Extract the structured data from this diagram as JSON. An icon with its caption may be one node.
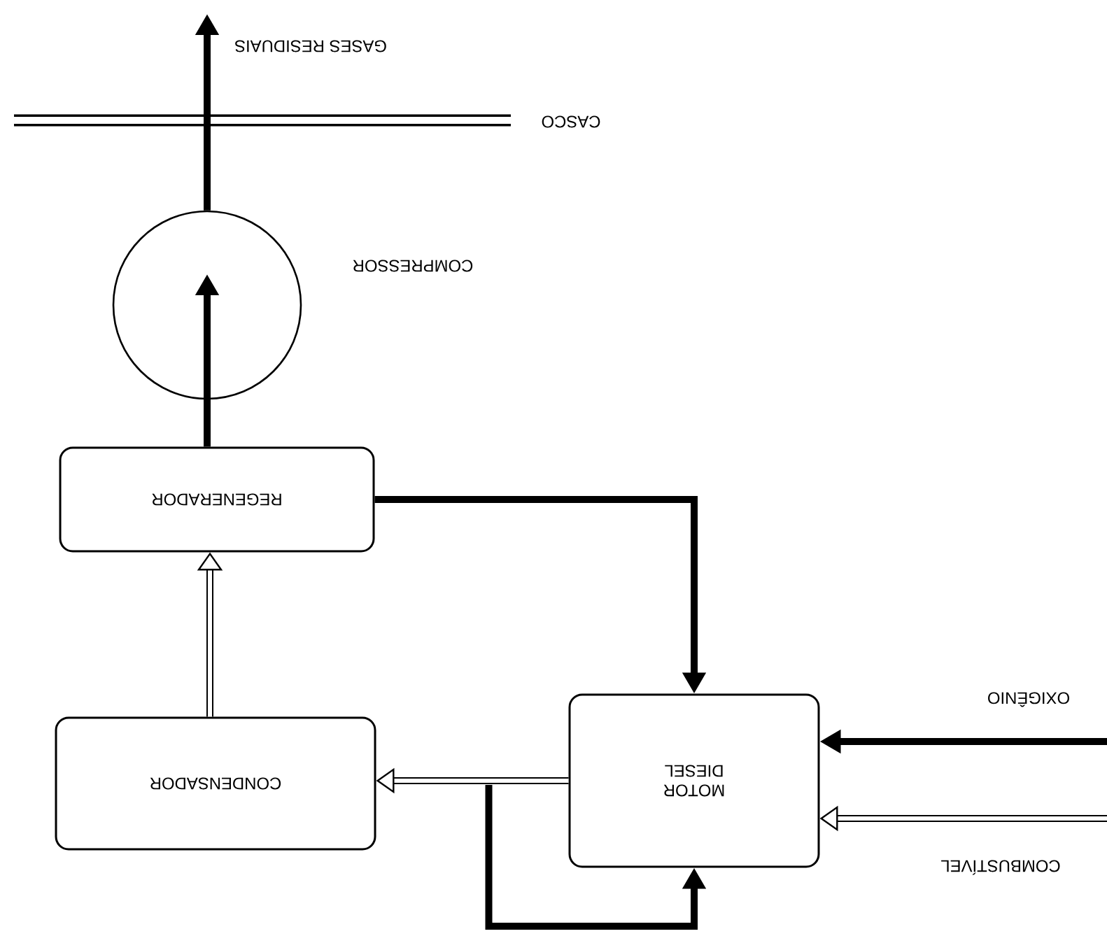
{
  "diagram": {
    "nodes": [
      {
        "text": [],
        "shape": "circle",
        "beside": [
          "COMPRESSOR"
        ]
      },
      {
        "text": [
          "REGENERADOR"
        ]
      },
      {
        "text": [
          "CONDENSADOR"
        ]
      },
      {
        "text": [
          "MOTOR DIESEL"
        ]
      }
    ],
    "edges": [
      {
        "from": 1,
        "to": 0,
        "arrow": "to"
      },
      {
        "from": 0,
        "to": null,
        "arrow": "to",
        "label": "GASES RESIDUAIS"
      },
      {
        "from": 1,
        "to": 3,
        "arrow": "to"
      },
      {
        "from": 3,
        "to": 2,
        "arrow": "to"
      },
      {
        "from": 2,
        "to": 1,
        "arrow": "to"
      },
      {
        "from": null,
        "to": 3,
        "arrow": "to",
        "label": "OXIGÊNIO"
      },
      {
        "from": null,
        "to": 3,
        "arrow": "to",
        "label": "COMBUSTÍVEL"
      },
      {
        "from": 3,
        "to": 3,
        "arrow": "to"
      }
    ],
    "labels": [
      "CASCO"
    ]
  }
}
